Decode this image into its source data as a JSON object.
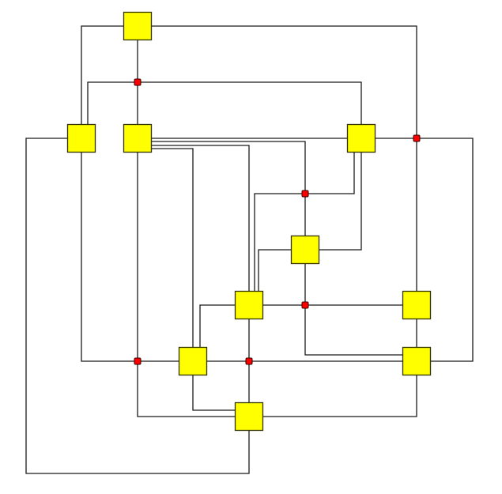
{
  "diagram": {
    "type": "orthogonal-graph",
    "colors": {
      "node_fill": "#ffff00",
      "junction_fill": "#ff0000",
      "edge": "#1a1a1a",
      "background": "#ffffff"
    },
    "nodes": [
      "n1",
      "n2",
      "n3",
      "n4",
      "n5",
      "n6",
      "n7",
      "n8",
      "n9",
      "n10"
    ],
    "junctions": [
      "j1",
      "j2",
      "j3",
      "j4",
      "j5",
      "j6"
    ],
    "edges": [
      [
        "n1",
        "n2"
      ],
      [
        "n1",
        "j2"
      ],
      [
        "n1",
        "j1"
      ],
      [
        "j1",
        "n3"
      ],
      [
        "j1",
        "n2"
      ],
      [
        "j1",
        "n4"
      ],
      [
        "n2",
        "n10"
      ],
      [
        "n2",
        "j5"
      ],
      [
        "n3",
        "n4"
      ],
      [
        "n3",
        "j3"
      ],
      [
        "n3",
        "n6"
      ],
      [
        "n3",
        "n8"
      ],
      [
        "n3",
        "j5"
      ],
      [
        "n4",
        "j2"
      ],
      [
        "j2",
        "n9"
      ],
      [
        "j2",
        "n7"
      ],
      [
        "n4",
        "j3"
      ],
      [
        "j3",
        "n6"
      ],
      [
        "j3",
        "n5"
      ],
      [
        "n4",
        "n5"
      ],
      [
        "n5",
        "n6"
      ],
      [
        "n5",
        "j4"
      ],
      [
        "n6",
        "j4"
      ],
      [
        "j4",
        "n7"
      ],
      [
        "j4",
        "n9"
      ],
      [
        "n6",
        "n8"
      ],
      [
        "n6",
        "j6"
      ],
      [
        "j6",
        "n10"
      ],
      [
        "n8",
        "j6"
      ],
      [
        "j6",
        "n9"
      ],
      [
        "j5",
        "n8"
      ],
      [
        "j5",
        "n10"
      ],
      [
        "n8",
        "n10"
      ],
      [
        "n10",
        "n9"
      ],
      [
        "n7",
        "n9"
      ]
    ]
  }
}
